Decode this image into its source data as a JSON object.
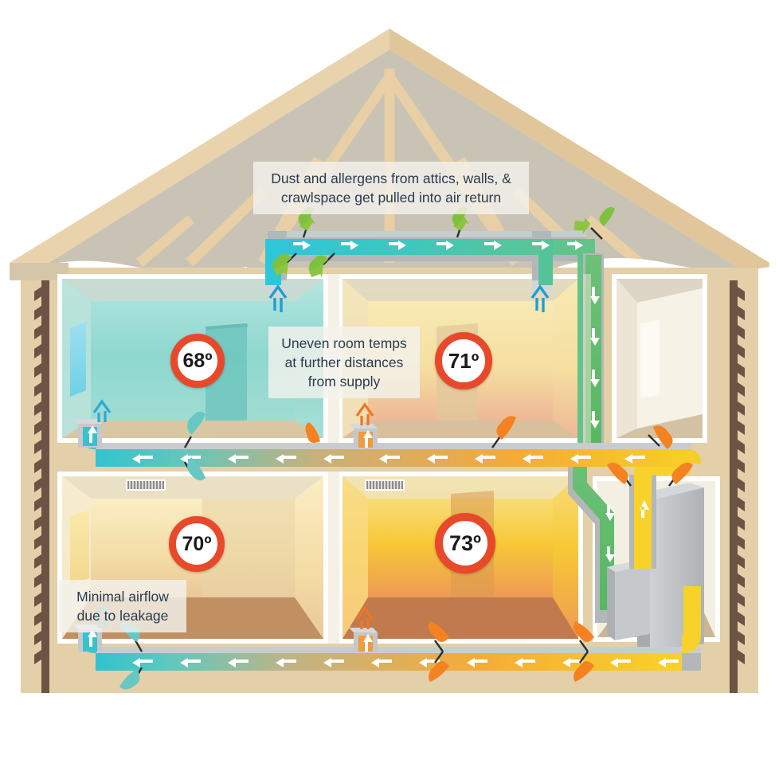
{
  "title": "Leaky duct system home airflow diagram",
  "callouts": [
    {
      "id": "attic-return",
      "line1": "Dust and allergens from attics, walls, &",
      "line2": "crawlspace get pulled into air return",
      "text": "Dust and allergens from attics, walls, & crawlspace get pulled into air return"
    },
    {
      "id": "uneven-temps",
      "line1": "Uneven room temps",
      "line2": "at further distances",
      "line3": "from supply",
      "text": "Uneven room temps at further distances from supply"
    },
    {
      "id": "minimal-airflow",
      "line1": "Minimal airflow",
      "line2": "due to leakage",
      "text": "Minimal airflow due to leakage"
    }
  ],
  "temperatures": [
    {
      "id": "upstairs-left",
      "value": "68",
      "unit": "º",
      "label": "68º"
    },
    {
      "id": "upstairs-right",
      "value": "71",
      "unit": "º",
      "label": "71º"
    },
    {
      "id": "downstairs-left",
      "value": "70",
      "unit": "º",
      "label": "70º"
    },
    {
      "id": "downstairs-right",
      "value": "73",
      "unit": "º",
      "label": "73º"
    }
  ],
  "colors": {
    "badge_ring": "#e8492a",
    "badge_ring_inner": "#f47a35",
    "badge_face": "#ffffff",
    "text_dark": "#2b3b4e",
    "return_duct_cold": "#2dc7d8",
    "return_duct_warm": "#5cc28c",
    "supply_duct_hot": "#f5c11e",
    "supply_duct_cold": "#3fc4c4",
    "leak_green": "#7ec13d",
    "leak_orange": "#f58220",
    "wall_tan": "#e3cfa8",
    "siding_brown": "#6b5444",
    "roof_field": "#c8c2b4",
    "truss_tan": "#e8cfa5",
    "furnace_grey": "#b9bcbe",
    "duct_grey": "#b4b7b9",
    "room_cool": "#8fd9d2",
    "room_warm": "#f5d98a",
    "room_hot": "#f6c23c",
    "floor_brown": "#c08f62"
  },
  "flow_arrows": {
    "return_direction": "right",
    "supply_direction": "left",
    "vertical_direction": "down"
  }
}
